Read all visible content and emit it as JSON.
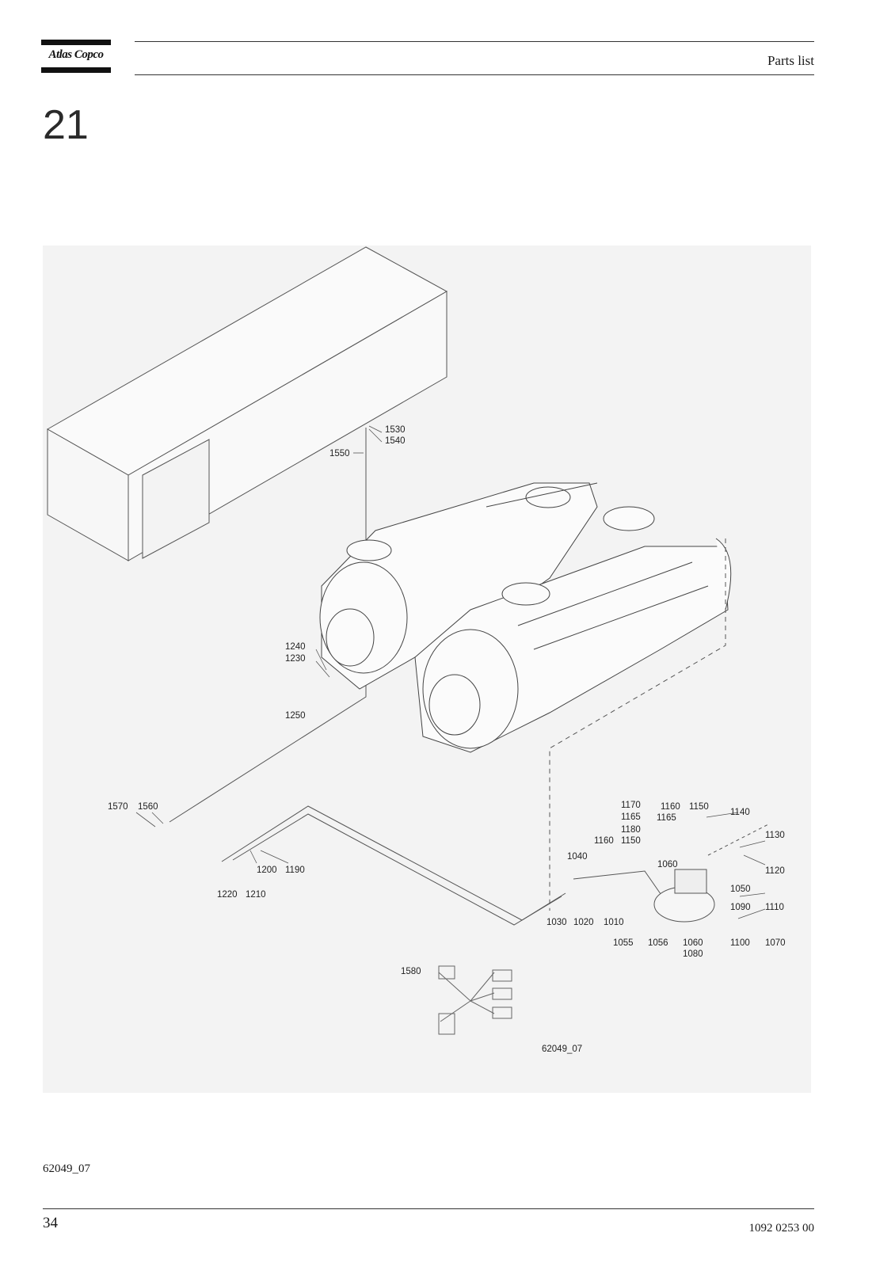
{
  "header": {
    "logo_text": "Atlas Copco",
    "title": "Parts list"
  },
  "section": {
    "number": "21"
  },
  "drawing": {
    "callouts": [
      "1530",
      "1540",
      "1550",
      "1240",
      "1230",
      "1250",
      "1570",
      "1560",
      "1200",
      "1190",
      "1220",
      "1210",
      "1170",
      "1165",
      "1180",
      "1160",
      "1150",
      "1160",
      "1150",
      "1165",
      "1140",
      "1130",
      "1040",
      "1060",
      "1120",
      "1050",
      "1030",
      "1020",
      "1010",
      "1090",
      "1110",
      "1055",
      "1056",
      "1060",
      "1100",
      "1070",
      "1080",
      "1580"
    ],
    "figure_label": "62049_07"
  },
  "footer": {
    "figure_ref": "62049_07",
    "page_number": "34",
    "doc_number": "1092 0253 00"
  }
}
